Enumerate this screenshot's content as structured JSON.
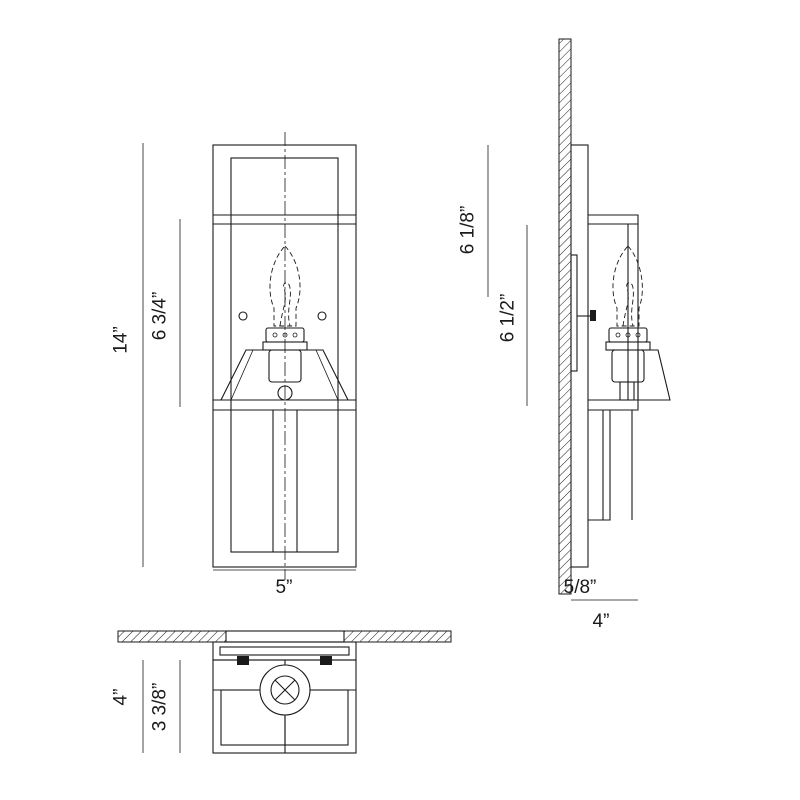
{
  "dimensions": {
    "overall_height": "14”",
    "shade_height": "6 3/4”",
    "width": "5”",
    "side_top": "6 1/8”",
    "side_shade": "6 1/2”",
    "plate_depth": "5/8”",
    "depth": "4”",
    "top_depth": "4”",
    "top_inner": "3 3/8”"
  }
}
